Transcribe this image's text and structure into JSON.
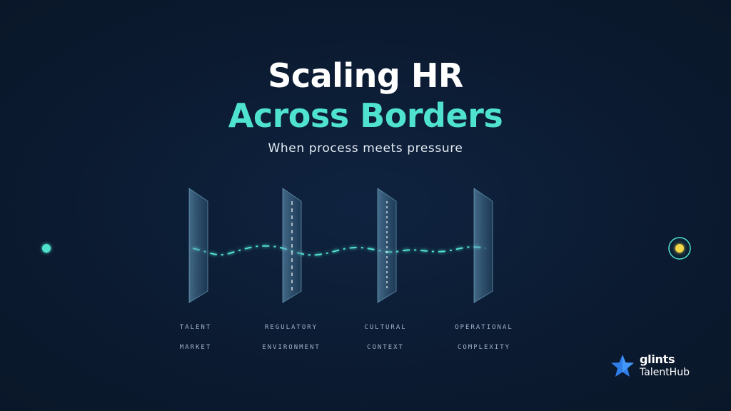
{
  "title": {
    "line1": "Scaling HR",
    "line2": "Across Borders"
  },
  "subtitle": "When process meets pressure",
  "diagram": {
    "gates": [
      {
        "line1": "TALENT",
        "line2": "MARKET"
      },
      {
        "line1": "REGULATORY",
        "line2": "ENVIRONMENT"
      },
      {
        "line1": "CULTURAL",
        "line2": "CONTEXT"
      },
      {
        "line1": "OPERATIONAL",
        "line2": "COMPLEXITY"
      }
    ],
    "colors": {
      "accent": "#4fe3cf",
      "endpoint": "#f2d84a",
      "background": "#0b1a30"
    }
  },
  "brand": {
    "name": "glints",
    "product": "TalentHub",
    "icon": "star-icon"
  }
}
